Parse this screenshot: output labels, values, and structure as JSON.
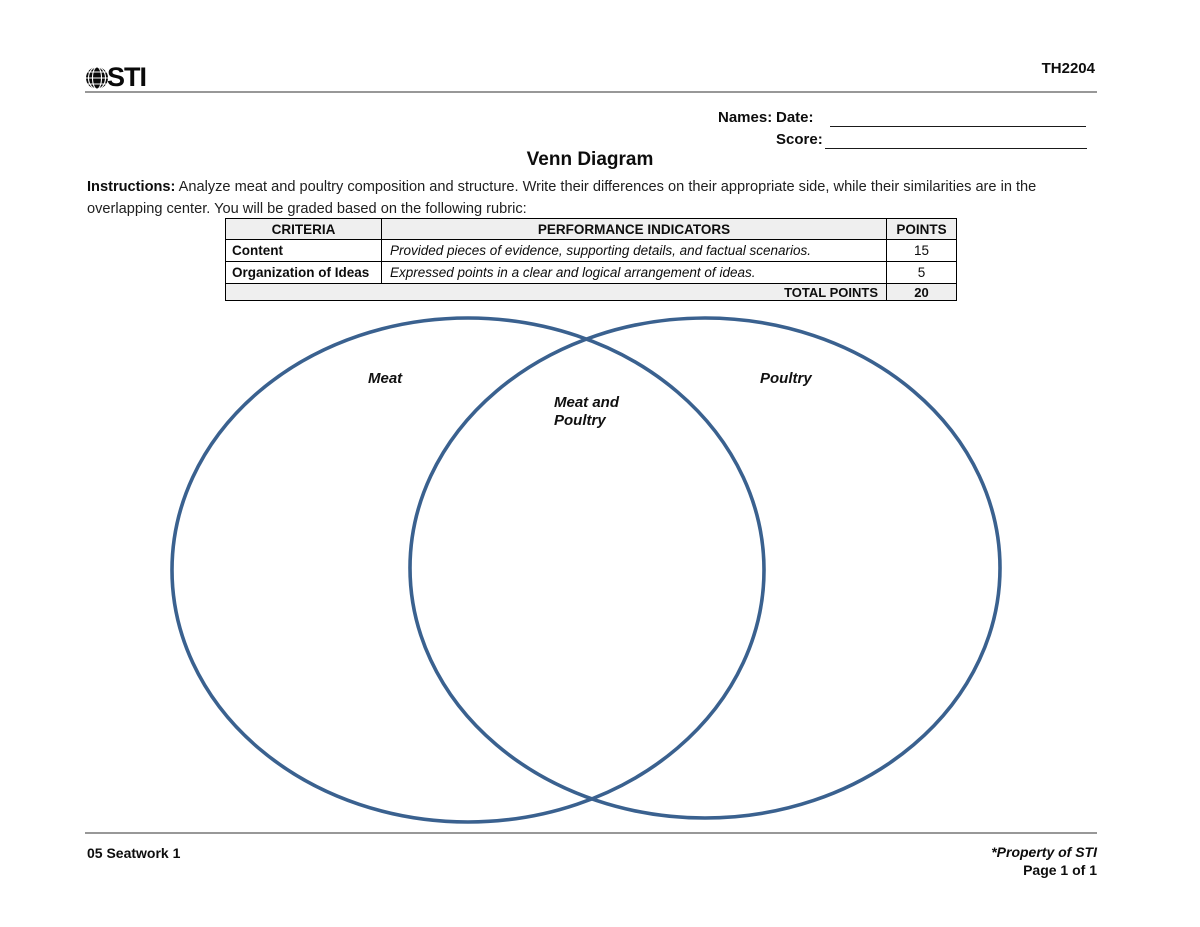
{
  "header": {
    "logo_text": "STI",
    "course_code": "TH2204"
  },
  "info": {
    "names_label": "Names:",
    "date_label": "Date:",
    "score_label": "Score:",
    "date_value": "",
    "score_value": ""
  },
  "title": "Venn Diagram",
  "instructions": {
    "label": "Instructions:",
    "text": " Analyze meat and poultry composition and structure. Write their differences on their appropriate side, while their similarities are in the overlapping center. You will be graded based on the following rubric:"
  },
  "rubric": {
    "headers": [
      "CRITERIA",
      "PERFORMANCE INDICATORS",
      "POINTS"
    ],
    "rows": [
      {
        "criteria": "Content",
        "indicator": "Provided pieces of evidence, supporting details, and factual scenarios.",
        "points": "15"
      },
      {
        "criteria": "Organization of Ideas",
        "indicator": "Expressed points in a clear and logical arrangement of ideas.",
        "points": "5"
      }
    ],
    "total_label": "TOTAL POINTS",
    "total_points": "20"
  },
  "venn": {
    "left_label": "Meat",
    "center_label_line1": "Meat and",
    "center_label_line2": "Poultry",
    "right_label": "Poultry",
    "circle_color": "#3a618f"
  },
  "footer": {
    "left": "05 Seatwork 1",
    "right_line1": "*Property of STI",
    "right_line2": "Page 1 of 1"
  }
}
